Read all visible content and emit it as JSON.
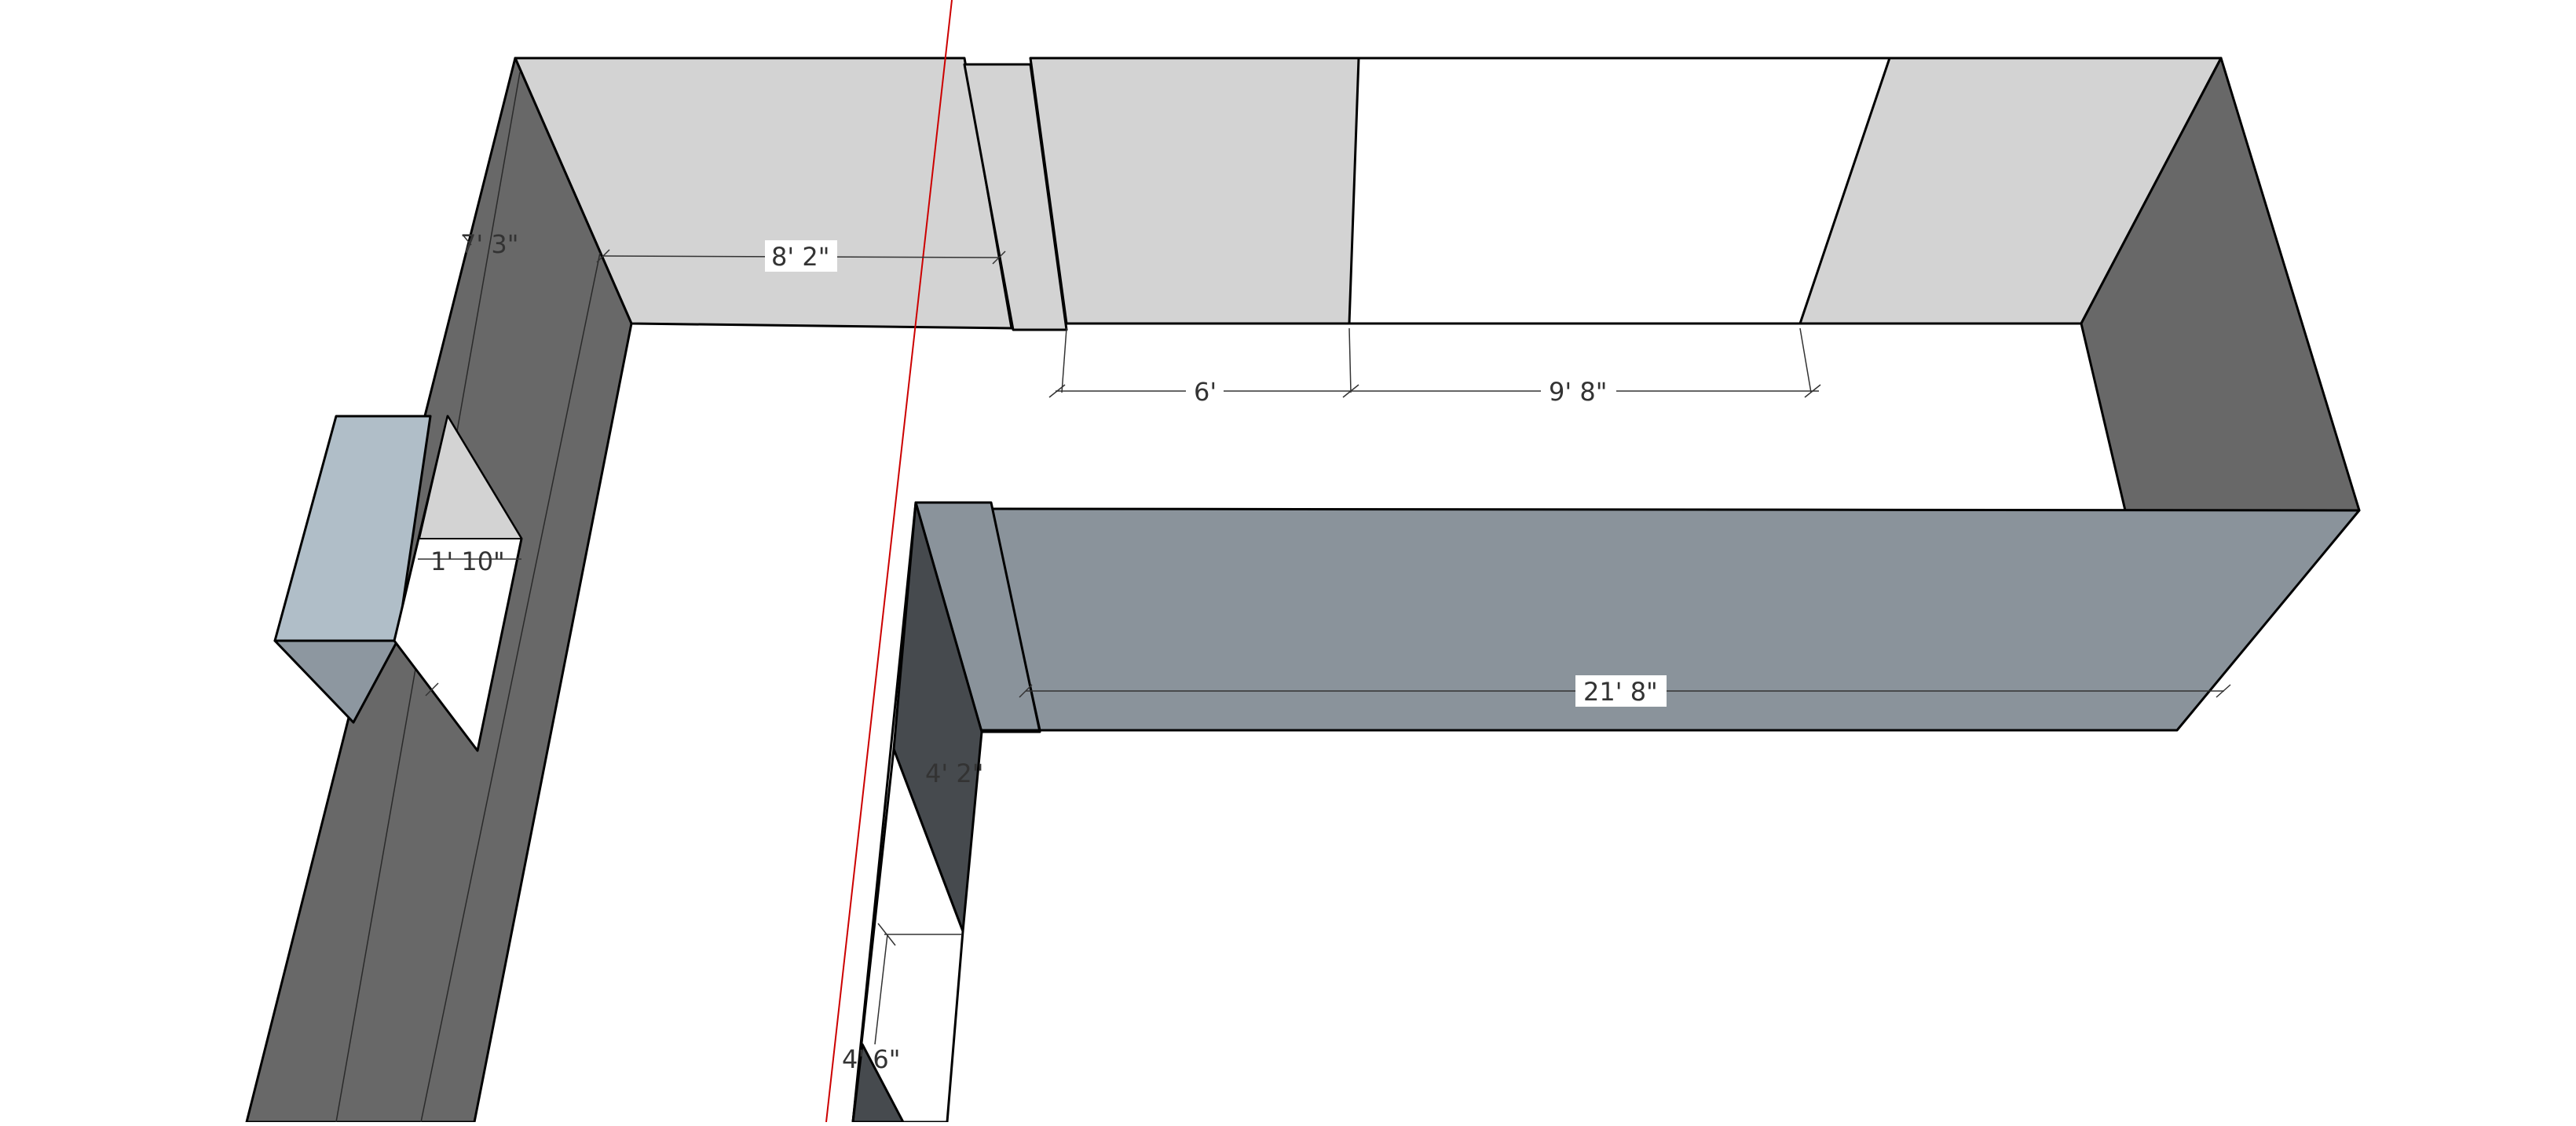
{
  "viewport": {
    "name": "3d-model-viewport",
    "background": "#ffffff"
  },
  "colors": {
    "wall_top_light": "#d3d3d3",
    "wall_face_dark": "#686868",
    "wall_face_blue_gray": "#8a939b",
    "wall_face_darkest": "#464a4e",
    "window_box_light": "#b0bec8",
    "window_box_dark": "#8d97a0",
    "edge": "#000000",
    "red_axis": "#cc0000"
  },
  "dimensions": {
    "wall_thickness_left": "7' 3\"",
    "top_wall_span_left": "8' 2\"",
    "opening_small": "6'",
    "opening_large": "9' 8\"",
    "window_width": "1' 10\"",
    "front_wall_length": "21' 8\"",
    "lower_wall_upper": "4' 2\"",
    "lower_wall_lower": "4' 6\""
  }
}
